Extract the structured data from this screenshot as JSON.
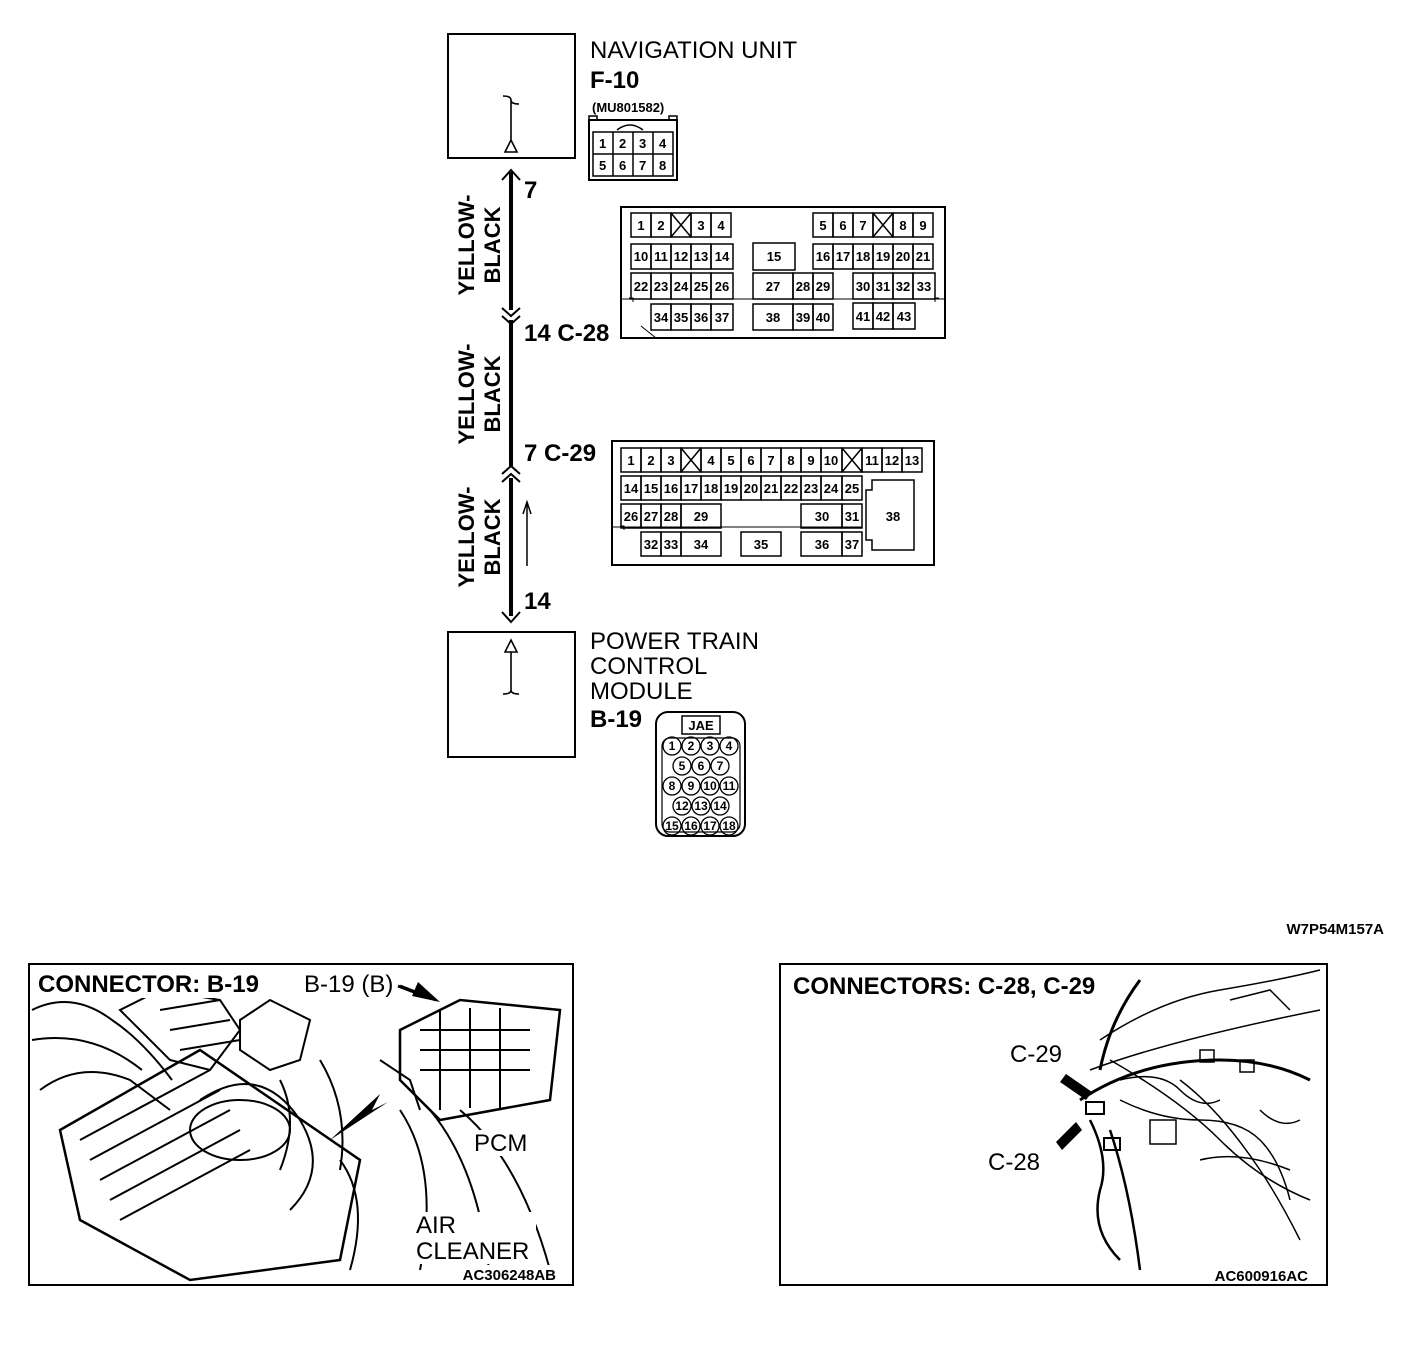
{
  "navigation_unit": {
    "name": "NAVIGATION UNIT",
    "connector": "F-10",
    "part_number": "(MU801582)",
    "pins": [
      "1",
      "2",
      "3",
      "4",
      "5",
      "6",
      "7",
      "8"
    ]
  },
  "wires": {
    "color_label_line1": "YELLOW-",
    "color_label_line2": "BLACK",
    "pin_top": "7",
    "pin_c28": "14 C-28",
    "pin_c29": "7 C-29",
    "pin_bottom": "14"
  },
  "c28_pins": [
    "1",
    "2",
    "3",
    "4",
    "5",
    "6",
    "7",
    "8",
    "9",
    "10",
    "11",
    "12",
    "13",
    "14",
    "15",
    "16",
    "17",
    "18",
    "19",
    "20",
    "21",
    "22",
    "23",
    "24",
    "25",
    "26",
    "27",
    "28",
    "29",
    "30",
    "31",
    "32",
    "33",
    "34",
    "35",
    "36",
    "37",
    "38",
    "39",
    "40",
    "41",
    "42",
    "43"
  ],
  "c29_pins": [
    "1",
    "2",
    "3",
    "4",
    "5",
    "6",
    "7",
    "8",
    "9",
    "10",
    "11",
    "12",
    "13",
    "14",
    "15",
    "16",
    "17",
    "18",
    "19",
    "20",
    "21",
    "22",
    "23",
    "24",
    "25",
    "26",
    "27",
    "28",
    "29",
    "30",
    "31",
    "32",
    "33",
    "34",
    "35",
    "36",
    "37",
    "38"
  ],
  "pcm": {
    "name_line1": "POWER TRAIN",
    "name_line2": "CONTROL",
    "name_line3": "MODULE",
    "connector": "B-19",
    "type": "JAE",
    "pins": [
      "1",
      "2",
      "3",
      "4",
      "5",
      "6",
      "7",
      "8",
      "9",
      "10",
      "11",
      "12",
      "13",
      "14",
      "15",
      "16",
      "17",
      "18"
    ]
  },
  "figure_code": "W7P54M157A",
  "panel_left": {
    "title": "CONNECTOR: B-19",
    "callout": "B-19 (B)",
    "label_pcm": "PCM",
    "label_air1": "AIR",
    "label_air2": "CLEANER",
    "code": "AC306248AB"
  },
  "panel_right": {
    "title": "CONNECTORS: C-28, C-29",
    "label_c29": "C-29",
    "label_c28": "C-28",
    "code": "AC600916AC"
  }
}
